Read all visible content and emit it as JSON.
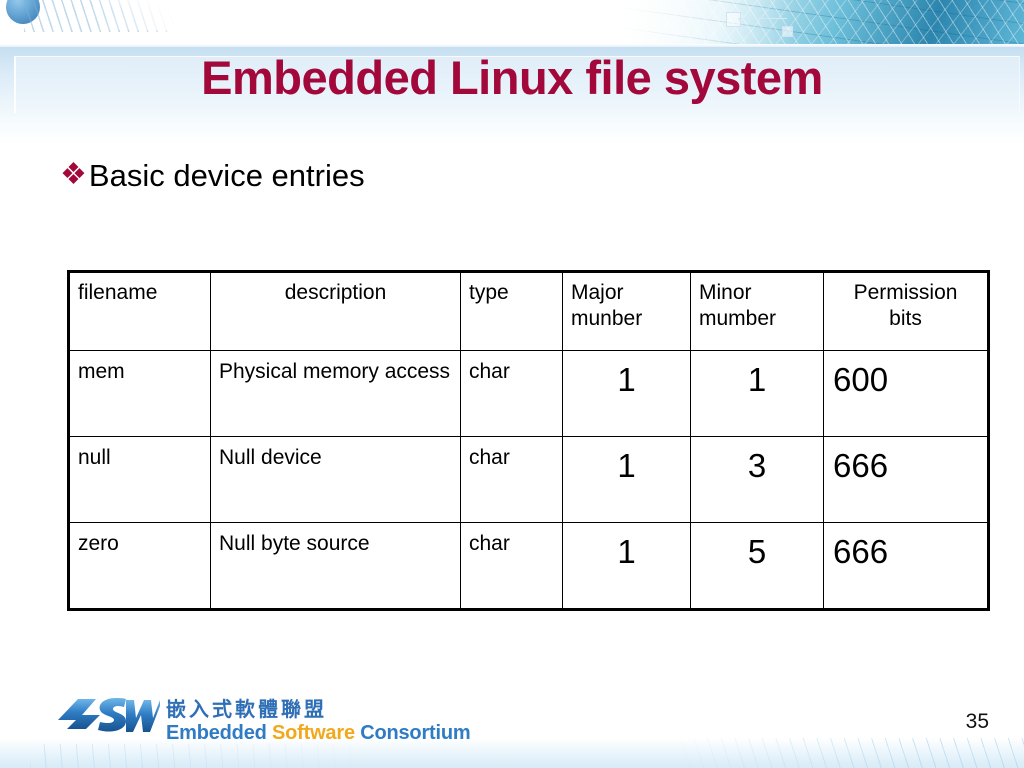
{
  "slide": {
    "title": "Embedded Linux file system",
    "title_color": "#A3083B",
    "page_number": "35"
  },
  "bullet": {
    "glyph": "❖",
    "glyph_name": "diamond-bullet-icon",
    "text": "Basic device entries"
  },
  "table": {
    "columns": [
      {
        "label": "filename",
        "align": "left"
      },
      {
        "label": "description",
        "align": "center"
      },
      {
        "label": "type",
        "align": "left"
      },
      {
        "label": "Major\nmunber",
        "align": "left"
      },
      {
        "label": "Minor\nmumber",
        "align": "left"
      },
      {
        "label": "Permission\nbits",
        "align": "center"
      }
    ],
    "header": {
      "filename": "filename",
      "description": "description",
      "type": "type",
      "major_line1": "Major",
      "major_line2": "munber",
      "minor_line1": "Minor",
      "minor_line2": "mumber",
      "permission_line1": "Permission",
      "permission_line2": "bits"
    },
    "rows": [
      {
        "filename": "mem",
        "description": "Physical memory access",
        "type": "char",
        "major": "1",
        "minor": "1",
        "permission": "600"
      },
      {
        "filename": "null",
        "description": "Null device",
        "type": "char",
        "major": "1",
        "minor": "3",
        "permission": "666"
      },
      {
        "filename": "zero",
        "description": "Null byte source",
        "type": "char",
        "major": "1",
        "minor": "5",
        "permission": "666"
      }
    ]
  },
  "footer": {
    "logo_mark": "ESW",
    "logo_chinese": "嵌入式軟體聯盟",
    "logo_en_word1": "Embedded",
    "logo_en_word2": "Software",
    "logo_en_word3": "Consortium",
    "logo_blue": "#2f7cc4",
    "logo_gold": "#f2a81d"
  }
}
